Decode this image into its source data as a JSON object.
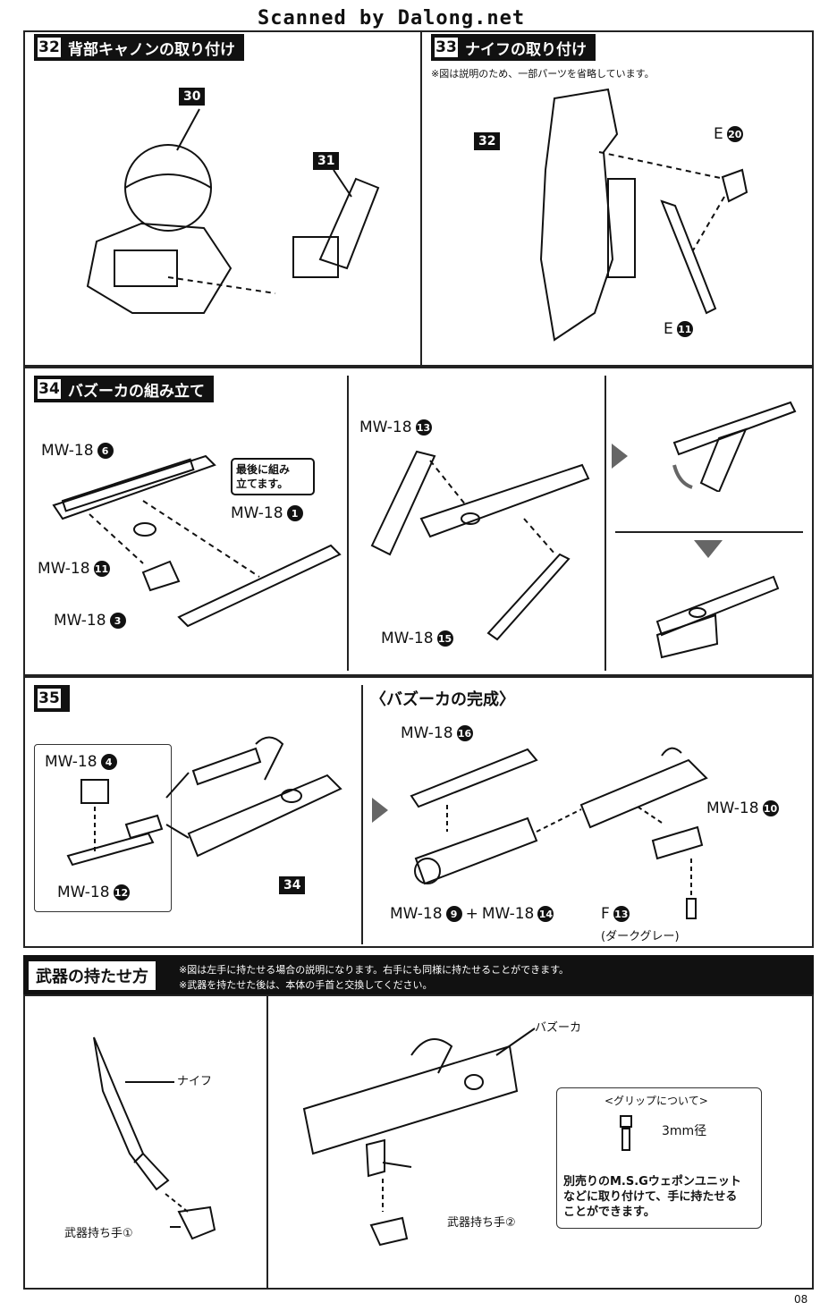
{
  "watermark": "Scanned by Dalong.net",
  "page_number": "08",
  "step32": {
    "num": "32",
    "title": "背部キャノンの取り付け",
    "tag_a": "30",
    "tag_b": "31"
  },
  "step33": {
    "num": "33",
    "title": "ナイフの取り付け",
    "note": "※図は説明のため、一部パーツを省略しています。",
    "tag_a": "32",
    "part_e1_letter": "E",
    "part_e1_num": "20",
    "part_e2_letter": "E",
    "part_e2_num": "11"
  },
  "step34": {
    "num": "34",
    "title": "バズーカの組み立て",
    "callout": "最後に組み\n立てます。",
    "parts": [
      {
        "name": "MW-18",
        "num": "6"
      },
      {
        "name": "MW-18",
        "num": "1"
      },
      {
        "name": "MW-18",
        "num": "11"
      },
      {
        "name": "MW-18",
        "num": "3"
      },
      {
        "name": "MW-18",
        "num": "13"
      },
      {
        "name": "MW-18",
        "num": "15"
      }
    ]
  },
  "step35": {
    "num": "35",
    "subtitle": "〈バズーカの完成〉",
    "tag_34": "34",
    "parts": [
      {
        "name": "MW-18",
        "num": "4"
      },
      {
        "name": "MW-18",
        "num": "12"
      },
      {
        "name": "MW-18",
        "num": "16"
      },
      {
        "name": "MW-18",
        "num": "9"
      },
      {
        "name": "MW-18",
        "num": "14"
      },
      {
        "name": "MW-18",
        "num": "10"
      }
    ],
    "plus": "+",
    "f_letter": "F",
    "f_num": "13",
    "f_color": "(ダークグレー)"
  },
  "weapons": {
    "title": "武器の持たせ方",
    "note1": "※図は左手に持たせる場合の説明になります。右手にも同様に持たせることができます。",
    "note2": "※武器を持たせた後は、本体の手首と交換してください。",
    "knife": "ナイフ",
    "hand1": "武器持ち手①",
    "bazooka": "バズーカ",
    "hand2": "武器持ち手②",
    "grip_title": "<グリップについて>",
    "grip_size": "3mm径",
    "grip_text": "別売りのM.S.Gウェポンユニット\nなどに取り付けて、手に持たせる\nことができます。"
  },
  "colors": {
    "ink": "#111111",
    "arrow": "#666666"
  }
}
